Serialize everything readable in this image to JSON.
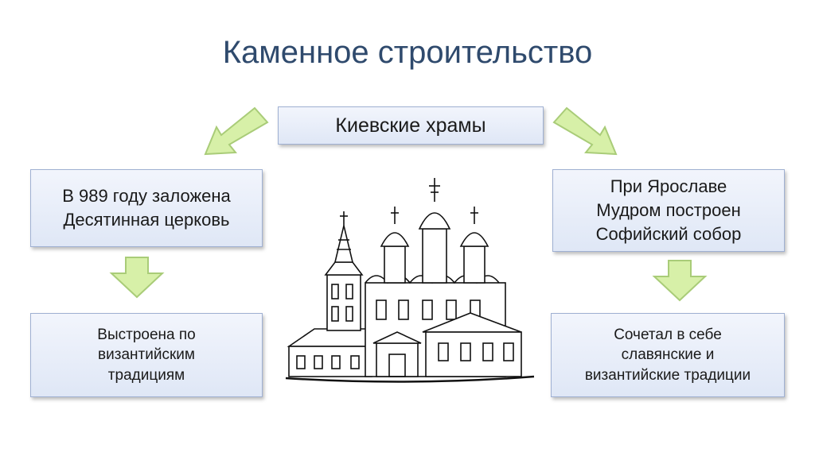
{
  "title": "Каменное строительство",
  "center": {
    "label": "Киевские храмы"
  },
  "left": {
    "top_lines": [
      "В 989 году заложена",
      "Десятинная церковь"
    ],
    "bottom_lines": [
      "Выстроена по",
      "византийским",
      "традициям"
    ]
  },
  "right": {
    "top_lines": [
      "При Ярославе",
      "Мудром построен",
      "Софийский собор"
    ],
    "bottom_lines": [
      "Сочетал в себе",
      "славянские и",
      "византийские традиции"
    ]
  },
  "colors": {
    "title": "#2f4a6d",
    "arrow_fill": "#d7f0a8",
    "arrow_stroke": "#a9cc78",
    "box_border": "#9fb0d2"
  },
  "icons": {
    "arrows": "arrow-icon",
    "illustration": "church-illustration"
  }
}
